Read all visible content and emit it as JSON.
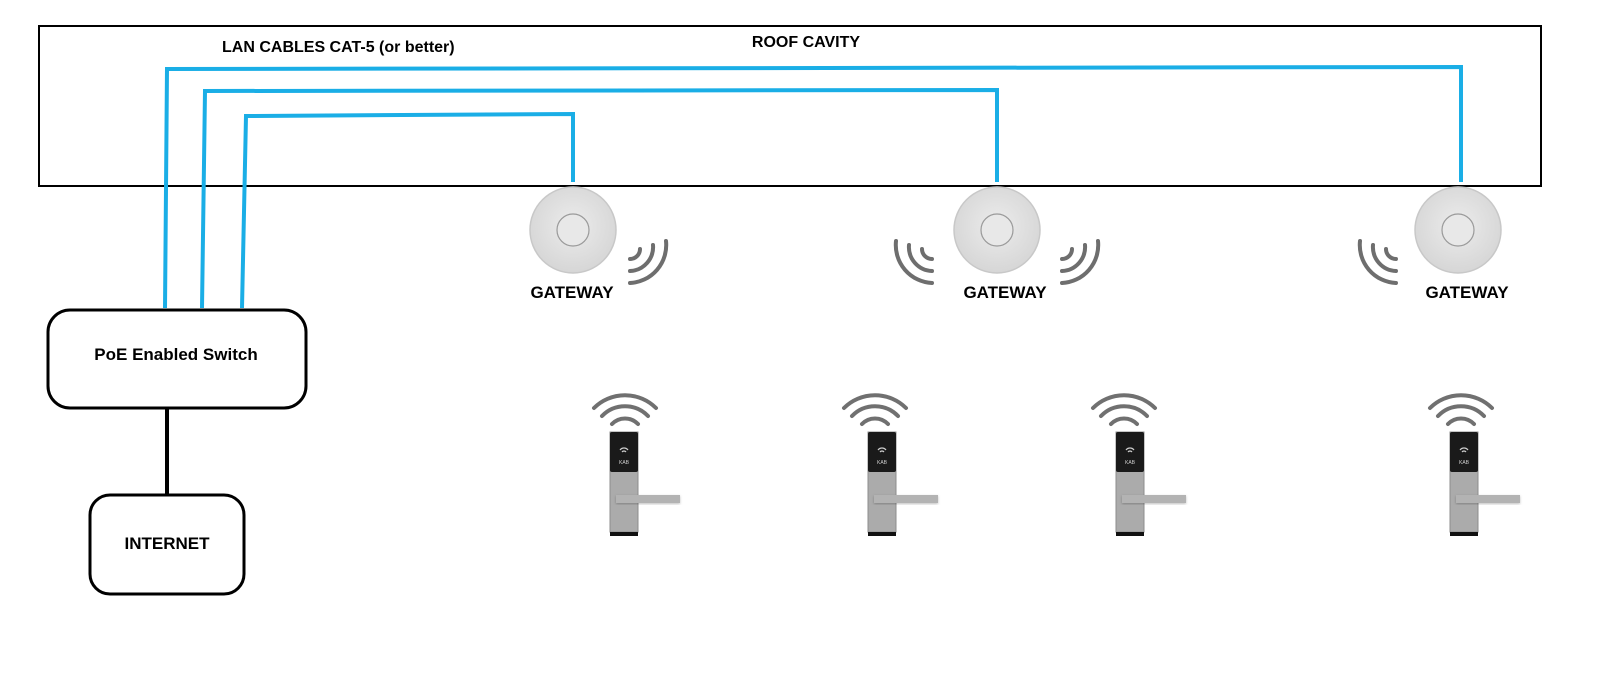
{
  "roof": {
    "label": "ROOF CAVITY"
  },
  "cables": {
    "label": "LAN CABLES CAT-5 (or better)"
  },
  "switch": {
    "label": "PoE Enabled Switch"
  },
  "internet": {
    "label": "INTERNET"
  },
  "gateways": [
    {
      "label": "GATEWAY"
    },
    {
      "label": "GATEWAY"
    },
    {
      "label": "GATEWAY"
    }
  ],
  "locks": [
    {
      "brand": "KAB"
    },
    {
      "brand": "KAB"
    },
    {
      "brand": "KAB"
    },
    {
      "brand": "KAB"
    }
  ],
  "colors": {
    "cable": "#1aaee6",
    "outline": "#000000",
    "gateway_disc": "#dcdcdc",
    "signal": "#707070",
    "lock_body": "#ababab",
    "lock_head": "#1a1a1a"
  }
}
